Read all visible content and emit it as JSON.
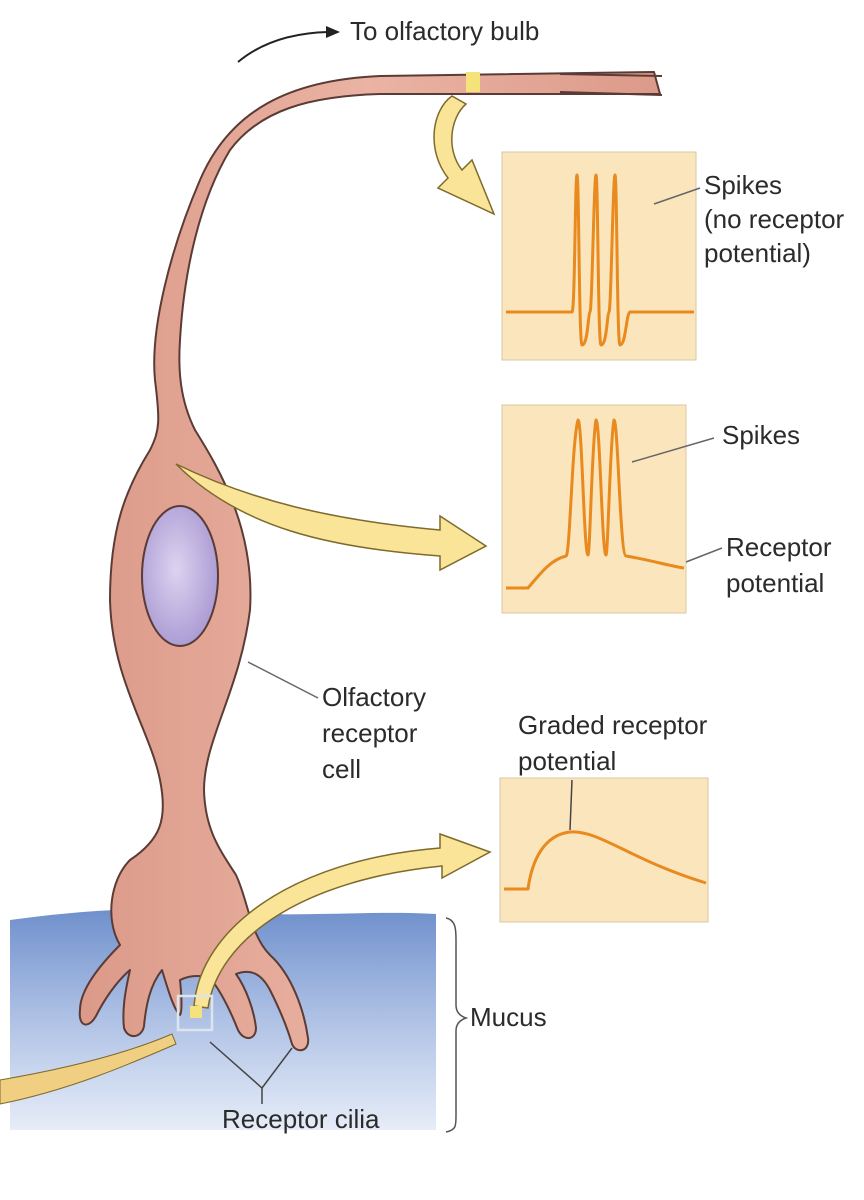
{
  "labels": {
    "to_bulb": "To olfactory bulb",
    "spikes_top": [
      "Spikes",
      "(no receptor",
      "potential)"
    ],
    "spikes_mid": "Spikes",
    "receptor_potential": [
      "Receptor",
      "potential"
    ],
    "olfactory_cell": [
      "Olfactory",
      "receptor",
      "cell"
    ],
    "graded": [
      "Graded receptor",
      "potential"
    ],
    "mucus": "Mucus",
    "cilia": "Receptor cilia"
  },
  "colors": {
    "cell_body": "#e3a393",
    "cell_outline": "#5a3b35",
    "nucleus": "#b6a8d8",
    "arrow_fill": "#f9e497",
    "arrow_outline": "#7d6a2c",
    "panel_bg": "#fbe5bd",
    "trace": "#e88a1e",
    "mucus_top": "#6f90cc",
    "mucus_bottom": "#e6edf8"
  }
}
